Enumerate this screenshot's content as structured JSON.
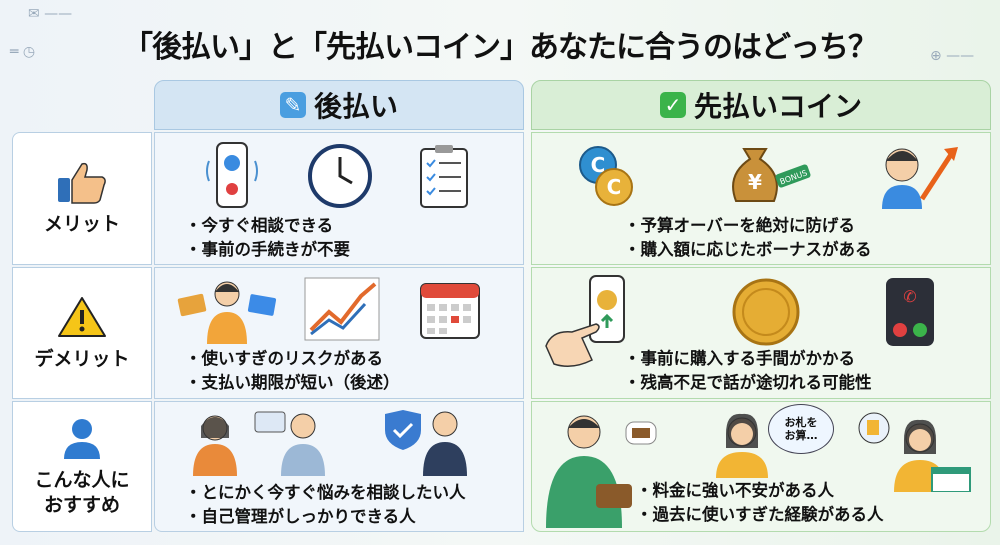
{
  "title": "「後払い」と「先払いコイン」あなたに合うのはどっち？",
  "columns": {
    "left": {
      "label": "後払い",
      "icon": "pen-icon",
      "color": "#d4e5f3"
    },
    "right": {
      "label": "先払いコイン",
      "icon": "check-mark-icon",
      "color": "#d9eed6"
    }
  },
  "rows": [
    {
      "label": "メリット",
      "icon": "thumbs-up-icon",
      "left": [
        "・今すぐ相談できる",
        "・事前の手続きが不要"
      ],
      "right": [
        "・予算オーバーを絶対に防げる",
        "・購入額に応じたボーナスがある"
      ],
      "right_badge": "BONUS",
      "right_currency": "¥"
    },
    {
      "label": "デメリット",
      "icon": "warning-icon",
      "left": [
        "・使いすぎのリスクがある",
        "・支払い期限が短い（後述）"
      ],
      "right": [
        "・事前に購入する手間がかかる",
        "・残高不足で話が途切れる可能性"
      ]
    },
    {
      "label": "こんな人に\nおすすめ",
      "label_lines": [
        "こんな人に",
        "おすすめ"
      ],
      "icon": "person-icon",
      "left": [
        "・とにかく今すぐ悩みを相談したい人",
        "・自己管理がしっかりできる人"
      ],
      "right": [
        "・料金に強い不安がある人",
        "・過去に使いすぎた経験がある人"
      ],
      "thought_bubble": [
        "お札を",
        "お算…"
      ]
    }
  ]
}
